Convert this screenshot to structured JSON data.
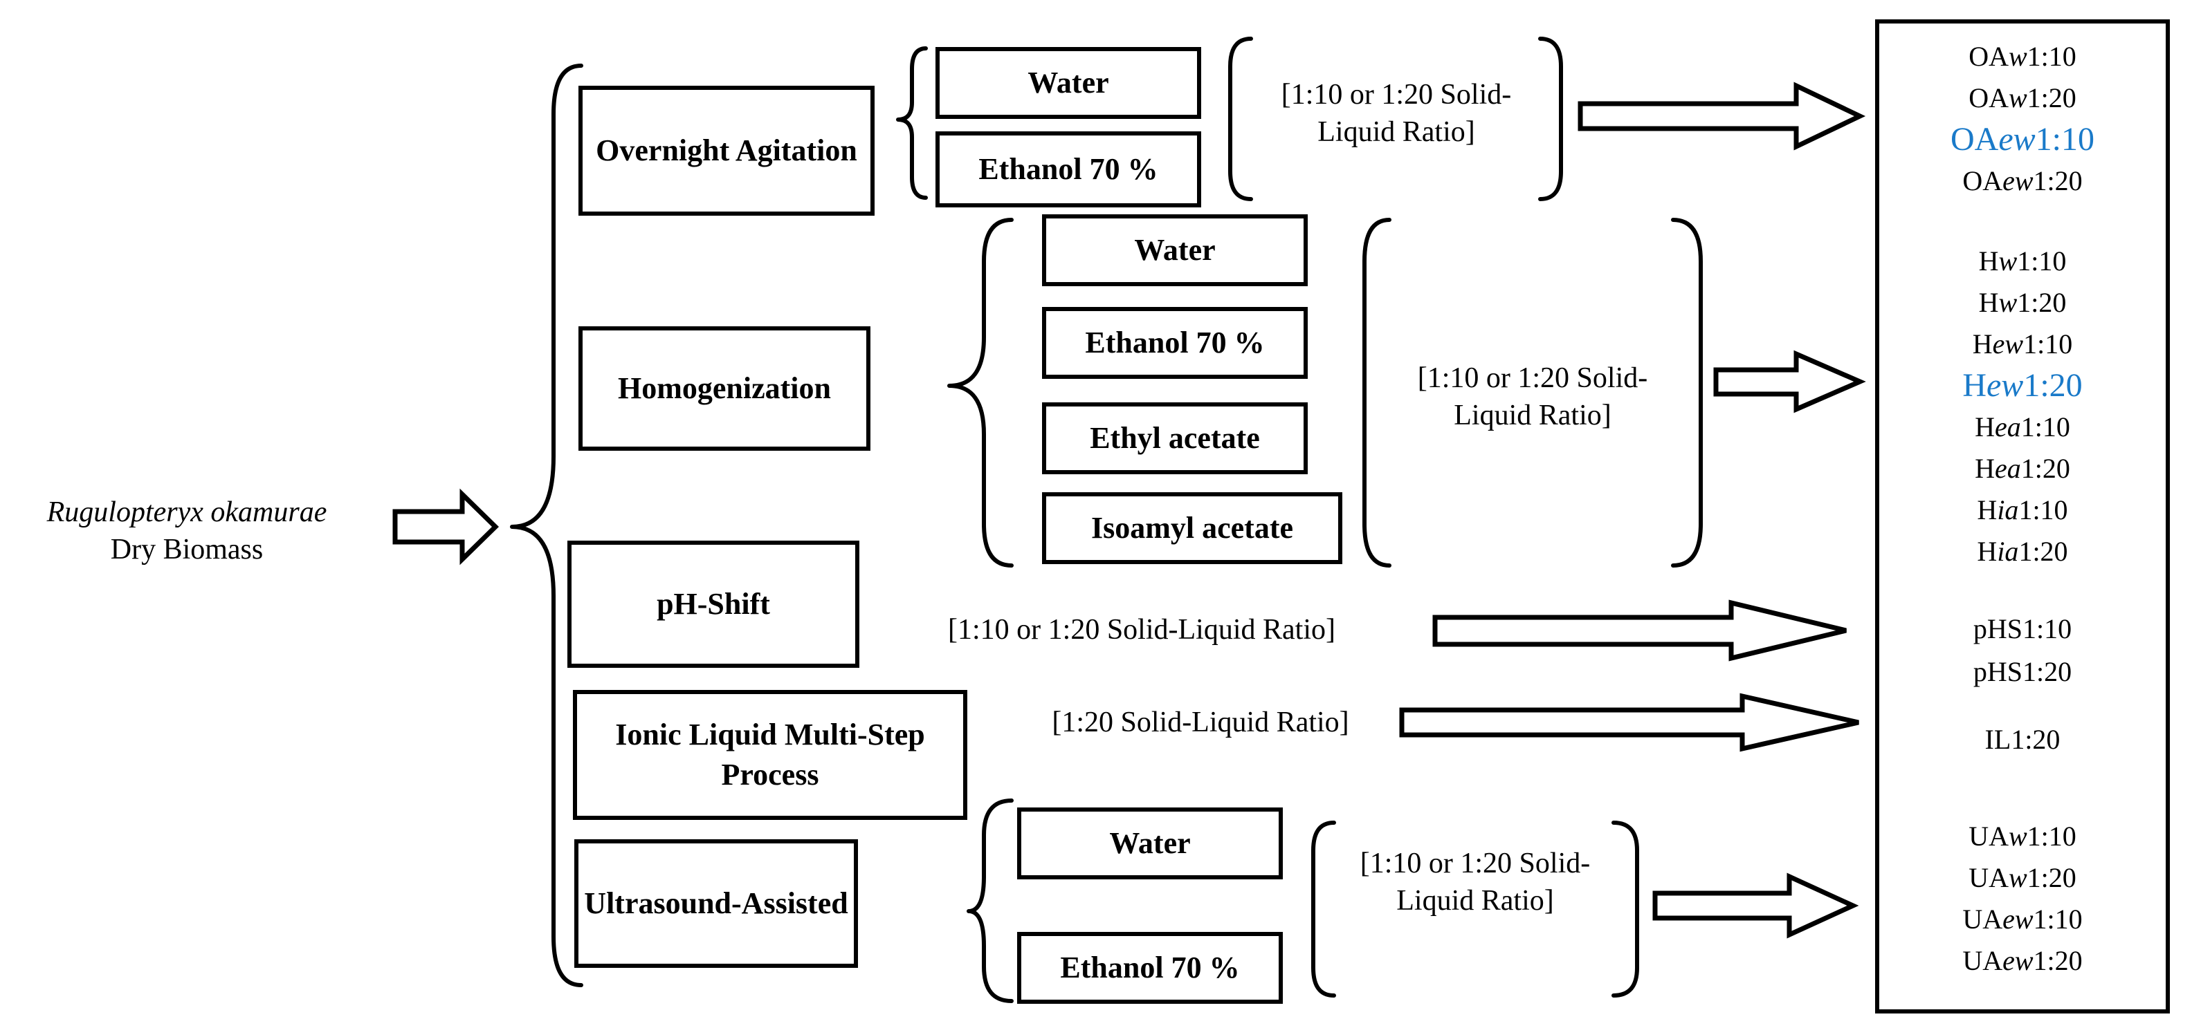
{
  "source": {
    "name": "Rugulopteryx okamurae",
    "subtitle": "Dry Biomass"
  },
  "methods": {
    "overnight_agitation": "Overnight Agitation",
    "homogenization": "Homogenization",
    "ph_shift": "pH-Shift",
    "ionic_liquid": "Ionic Liquid Multi-Step Process",
    "ultrasound": "Ultrasound-Assisted"
  },
  "solvents": {
    "oa_water": "Water",
    "oa_ethanol": "Ethanol 70 %",
    "h_water": "Water",
    "h_ethanol": "Ethanol 70 %",
    "h_ethyl_acetate": "Ethyl acetate",
    "h_isoamyl_acetate": "Isoamyl acetate",
    "ua_water": "Water",
    "ua_ethanol": "Ethanol 70 %"
  },
  "ratios": {
    "oa_line1": "[1:10 or 1:20 Solid-",
    "oa_line2": "Liquid Ratio]",
    "h_line1": "[1:10 or 1:20 Solid-",
    "h_line2": "Liquid Ratio]",
    "ph": "[1:10 or 1:20 Solid-Liquid Ratio]",
    "il": "[1:20 Solid-Liquid Ratio]",
    "ua_line1": "[1:10 or 1:20 Solid-",
    "ua_line2": "Liquid Ratio]"
  },
  "outputs": {
    "oa": [
      {
        "p": "OA",
        "s": "w",
        "r": "1:10",
        "highlight": false
      },
      {
        "p": "OA",
        "s": "w",
        "r": "1:20",
        "highlight": false
      },
      {
        "p": "OA",
        "s": "ew",
        "r": "1:10",
        "highlight": true
      },
      {
        "p": "OA",
        "s": "ew",
        "r": "1:20",
        "highlight": false
      }
    ],
    "h": [
      {
        "p": "H",
        "s": "w",
        "r": "1:10",
        "highlight": false
      },
      {
        "p": "H",
        "s": "w",
        "r": "1:20",
        "highlight": false
      },
      {
        "p": "H",
        "s": "ew",
        "r": "1:10",
        "highlight": false
      },
      {
        "p": "H",
        "s": "ew",
        "r": "1:20",
        "highlight": true
      },
      {
        "p": "H",
        "s": "ea",
        "r": "1:10",
        "highlight": false
      },
      {
        "p": "H",
        "s": "ea",
        "r": "1:20",
        "highlight": false
      },
      {
        "p": "H",
        "s": "ia",
        "r": "1:10",
        "highlight": false
      },
      {
        "p": "H",
        "s": "ia",
        "r": "1:20",
        "highlight": false
      }
    ],
    "ph": [
      {
        "p": "pHS",
        "s": "",
        "r": "1:10",
        "highlight": false
      },
      {
        "p": "pHS",
        "s": "",
        "r": "1:20",
        "highlight": false
      }
    ],
    "il": [
      {
        "p": "IL",
        "s": "",
        "r": "1:20",
        "highlight": false
      }
    ],
    "ua": [
      {
        "p": "UA",
        "s": "w",
        "r": "1:10",
        "highlight": false
      },
      {
        "p": "UA",
        "s": "w",
        "r": "1:20",
        "highlight": false
      },
      {
        "p": "UA",
        "s": "ew",
        "r": "1:10",
        "highlight": false
      },
      {
        "p": "UA",
        "s": "ew",
        "r": "1:20",
        "highlight": false
      }
    ]
  },
  "colors": {
    "highlight": "#1a7ac9",
    "line": "#000000",
    "background": "#ffffff"
  }
}
